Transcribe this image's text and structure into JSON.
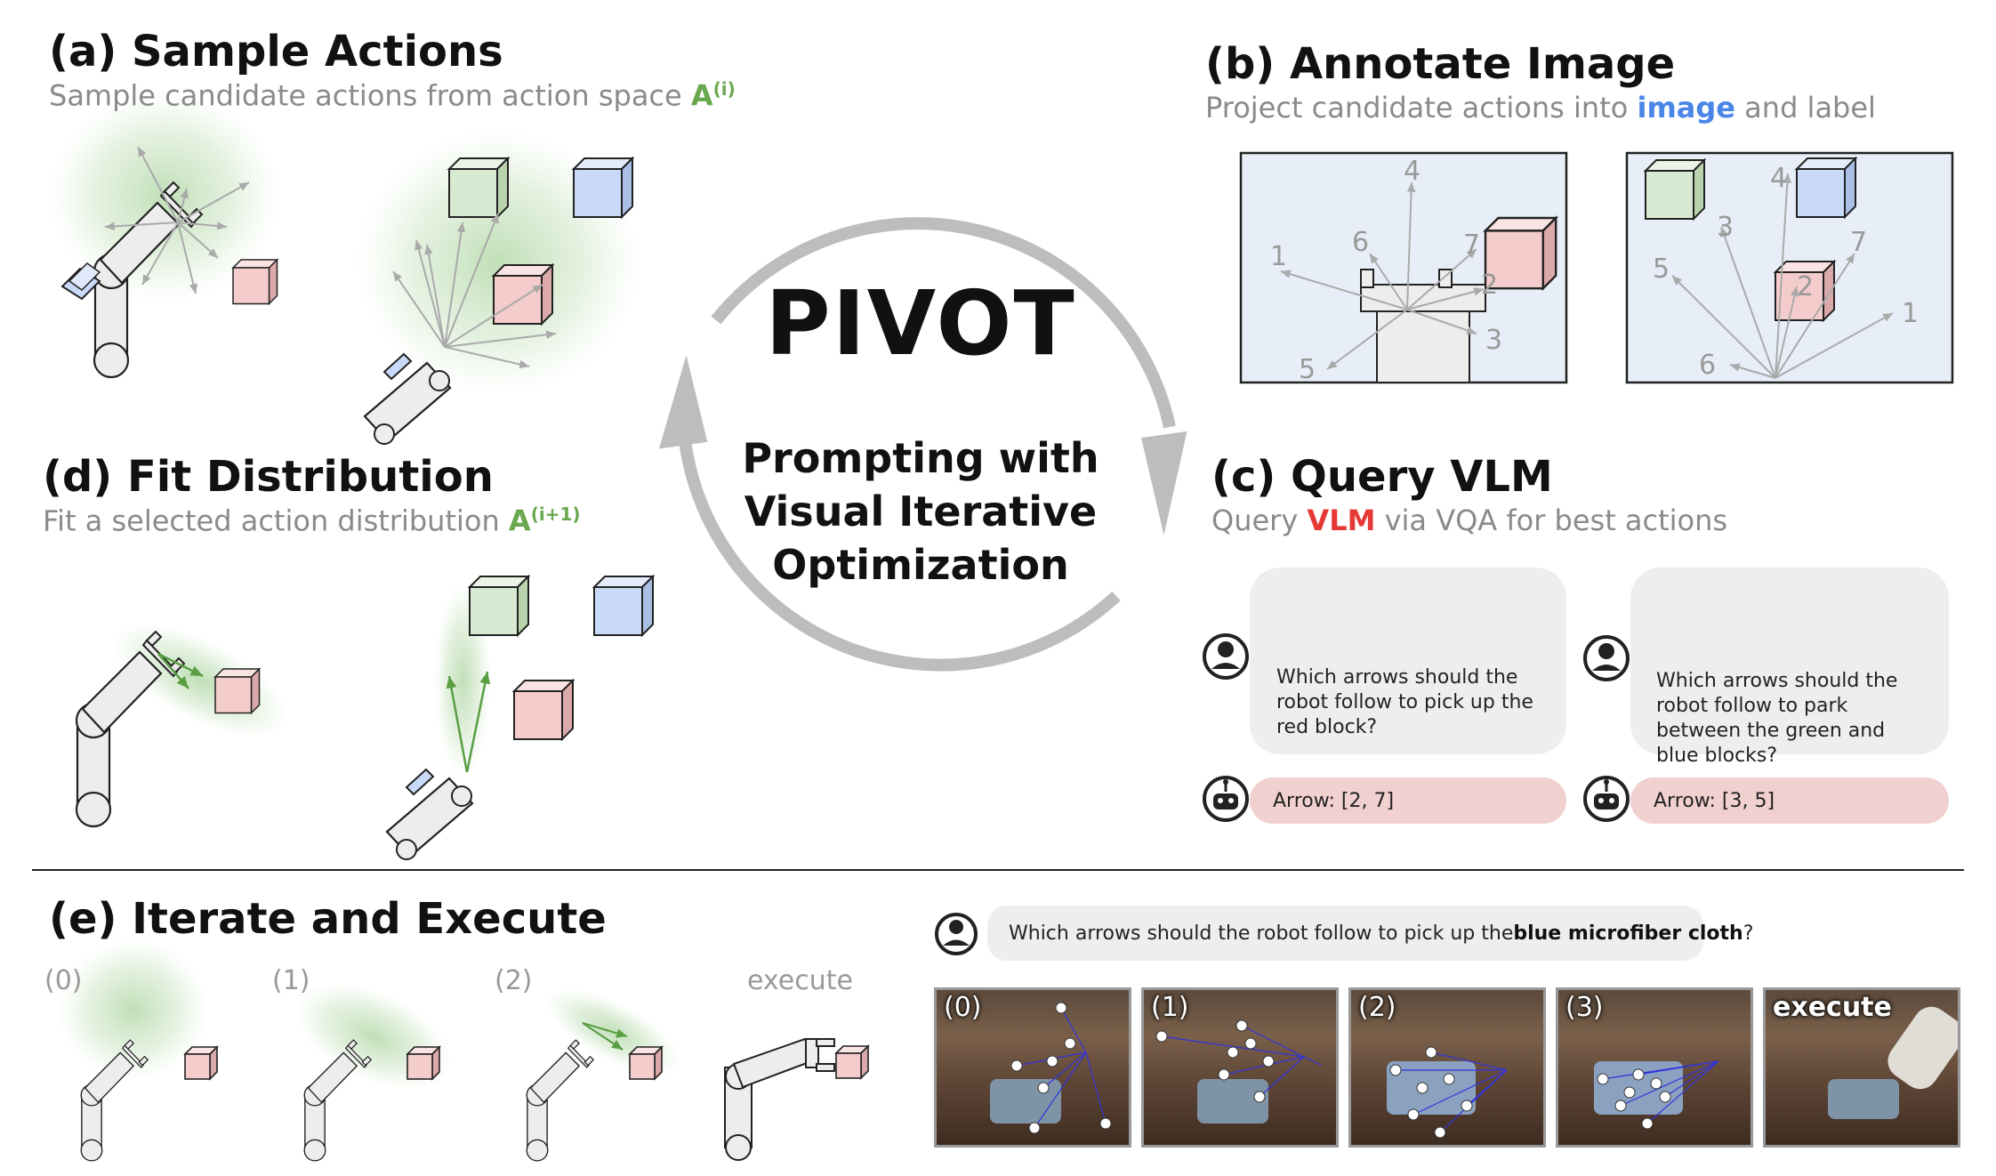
{
  "panel_a": {
    "title": "(a) Sample Actions",
    "subtitle_text": "Sample candidate actions from action space ",
    "subtitle_symbol": "A",
    "subtitle_superscript": "(i)"
  },
  "panel_b": {
    "title": "(b) Annotate Image",
    "subtitle_pre": "Project candidate actions into ",
    "subtitle_highlight": "image",
    "subtitle_post": " and label",
    "image1_labels": [
      "1",
      "2",
      "3",
      "4",
      "5",
      "6",
      "7"
    ],
    "image2_labels": [
      "1",
      "2",
      "3",
      "4",
      "5",
      "6",
      "7"
    ]
  },
  "panel_c": {
    "title": "(c) Query VLM",
    "subtitle_pre": "Query ",
    "subtitle_highlight": "VLM",
    "subtitle_post": " via VQA for best actions",
    "question1": "Which arrows should the robot follow to pick up the red block?",
    "answer1": "Arrow: [2, 7]",
    "question2": "Which arrows should the robot follow to park between the green and blue blocks?",
    "answer2": "Arrow: [3, 5]"
  },
  "panel_d": {
    "title": "(d) Fit Distribution",
    "subtitle_text": "Fit a selected action distribution ",
    "subtitle_symbol": "A",
    "subtitle_superscript": "(i+1)"
  },
  "center": {
    "title": "PIVOT",
    "subtitle_line1": "Prompting with",
    "subtitle_line2": "Visual Iterative",
    "subtitle_line3": "Optimization"
  },
  "panel_e": {
    "title": "(e) Iterate and Execute",
    "iter_labels": [
      "(0)",
      "(1)",
      "(2)",
      "execute"
    ],
    "question_pre": "Which arrows should the robot follow to pick up the ",
    "question_bold": "blue microfiber cloth",
    "question_post": "?",
    "photo_labels": [
      "(0)",
      "(1)",
      "(2)",
      "(3)",
      "execute"
    ]
  },
  "colors": {
    "green_highlight": "#6aa84f",
    "blue_highlight": "#4a86e8",
    "red_highlight": "#e53935",
    "green_block": "#d9ead3",
    "blue_block": "#c9daf8",
    "red_block": "#f4cccc",
    "image_panel_bg": "#e8eef8",
    "cycle_arrow": "#bdbdbd",
    "reply_bubble": "#f1d0d0",
    "question_bubble": "#eeeeee",
    "action_arrow": "#aaaaaa",
    "selected_arrow": "#6aa84f",
    "photo_arrow": "#3333dd"
  },
  "icons": [
    "user-icon",
    "robot-icon"
  ]
}
